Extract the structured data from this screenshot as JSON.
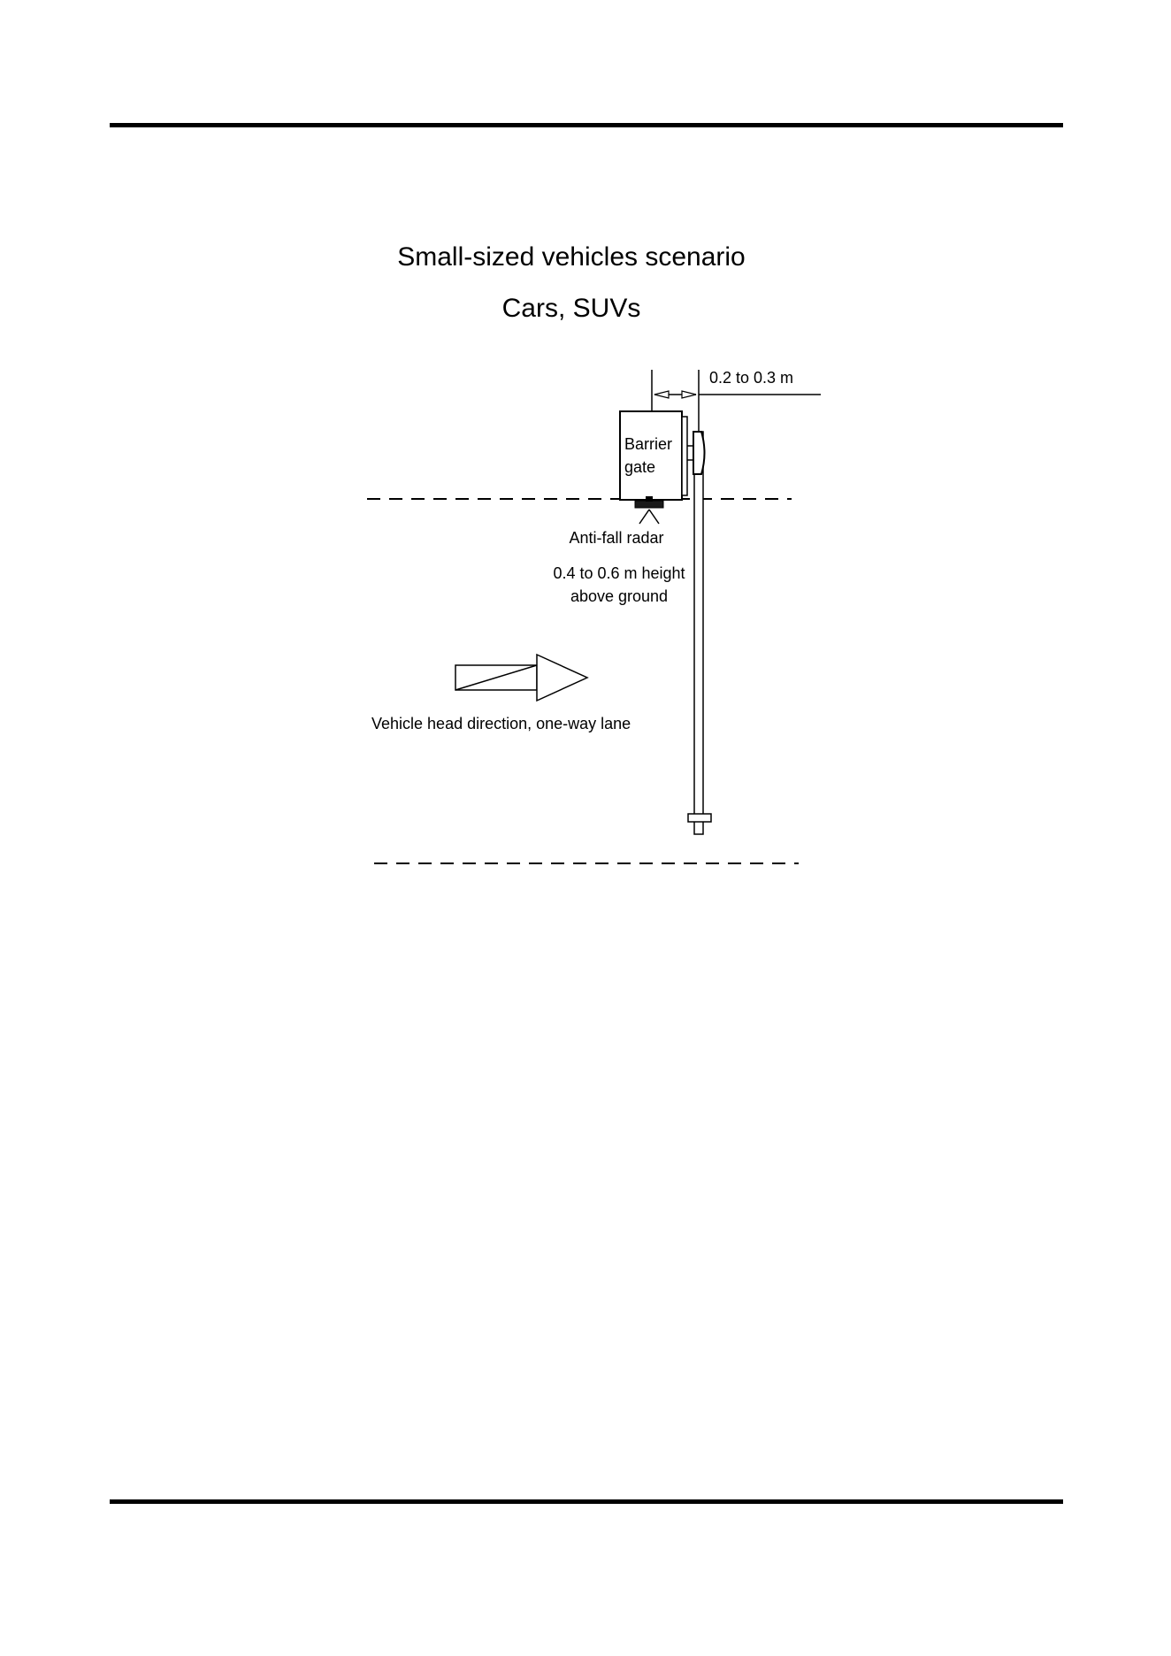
{
  "diagram": {
    "title": "Small-sized vehicles scenario",
    "subtitle": "Cars, SUVs",
    "labels": {
      "barrier_gate_line1": "Barrier",
      "barrier_gate_line2": "gate",
      "offset_distance": "0.2 to 0.3 m",
      "radar": "Anti-fall radar",
      "height_line1": "0.4 to 0.6 m height",
      "height_line2": "above ground",
      "direction": "Vehicle head direction, one-way lane"
    }
  }
}
